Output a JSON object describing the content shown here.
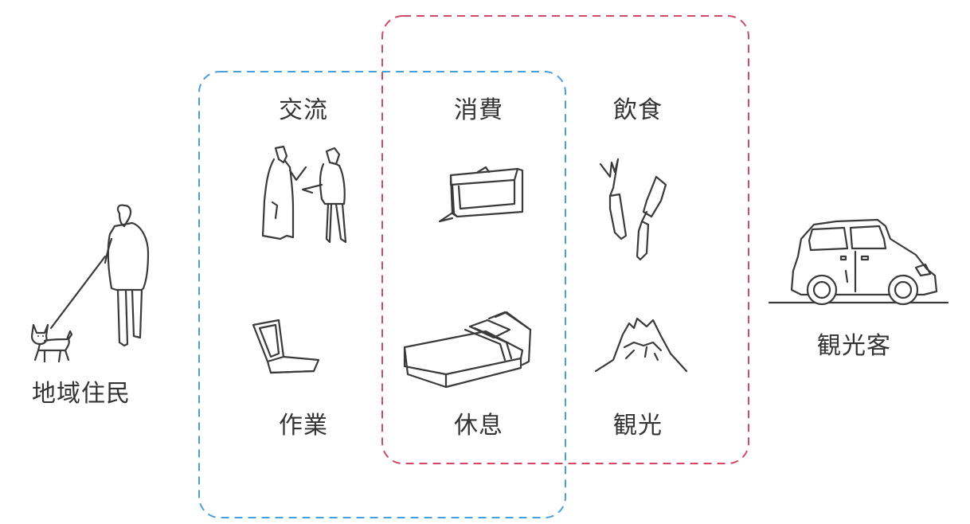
{
  "colors": {
    "resident_zone": "#4a9fd8",
    "tourist_zone": "#d04a63",
    "ink": "#3a3a3a"
  },
  "actors": {
    "resident": {
      "label": "地域住民",
      "icon": "person-walking-dog-icon"
    },
    "tourist": {
      "label": "観光客",
      "icon": "car-icon"
    }
  },
  "activities": [
    {
      "key": "interaction",
      "label": "交流",
      "icon": "people-talking-icon"
    },
    {
      "key": "consumption",
      "label": "消費",
      "icon": "wallet-icon"
    },
    {
      "key": "dining",
      "label": "飲食",
      "icon": "skewer-food-icon"
    },
    {
      "key": "work",
      "label": "作業",
      "icon": "laptop-icon"
    },
    {
      "key": "rest",
      "label": "休息",
      "icon": "bed-icon"
    },
    {
      "key": "sightseeing",
      "label": "観光",
      "icon": "mountain-icon"
    }
  ]
}
